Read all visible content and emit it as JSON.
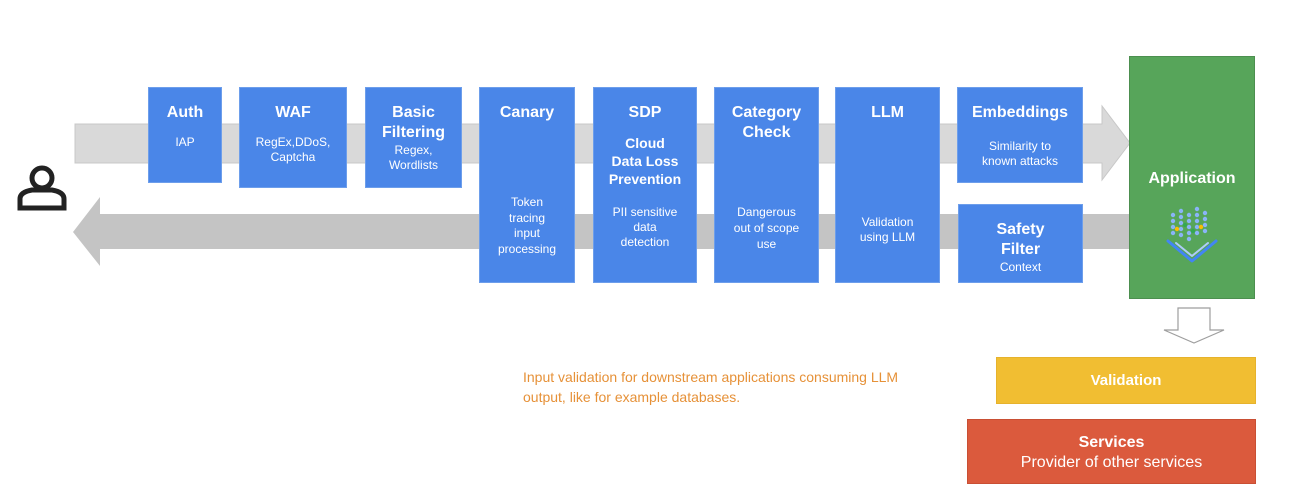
{
  "boxes": {
    "auth": {
      "title": "Auth",
      "sub": "IAP"
    },
    "waf": {
      "title": "WAF",
      "sub": "RegEx,DDoS,\nCaptcha"
    },
    "basic": {
      "title": "Basic\nFiltering",
      "sub": "Regex,\nWordlists"
    },
    "canary": {
      "title": "Canary",
      "sub": "Token\ntracing\ninput\nprocessing"
    },
    "sdp": {
      "title": "SDP",
      "sub_title": "Cloud\nData Loss\nPrevention",
      "sub": "PII sensitive\ndata\ndetection"
    },
    "category": {
      "title": "Category\nCheck",
      "sub": "Dangerous\nout of scope\nuse"
    },
    "llm": {
      "title": "LLM",
      "sub": "Validation\nusing LLM"
    },
    "embeddings": {
      "title": "Embeddings",
      "sub": "Similarity to\nknown attacks"
    },
    "safety": {
      "title": "Safety\nFilter",
      "sub": "Context"
    }
  },
  "application": {
    "title": "Application"
  },
  "validation": {
    "title": "Validation"
  },
  "services": {
    "title": "Services",
    "sub": "Provider of other services"
  },
  "note": "Input validation for downstream  applications consuming LLM\noutput, like for example databases.",
  "colors": {
    "box_blue": "#4a86e8",
    "app_green": "#57a55a",
    "validation_yellow": "#f1be32",
    "services_red": "#db5a3d",
    "note_orange": "#e69138",
    "arrow_gray": "#d9d9d9",
    "return_arrow_gray": "#c4c4c4"
  },
  "icons": {
    "user": "user-icon",
    "app": "ai-app-icon",
    "down_arrow": "down-arrow-icon"
  }
}
